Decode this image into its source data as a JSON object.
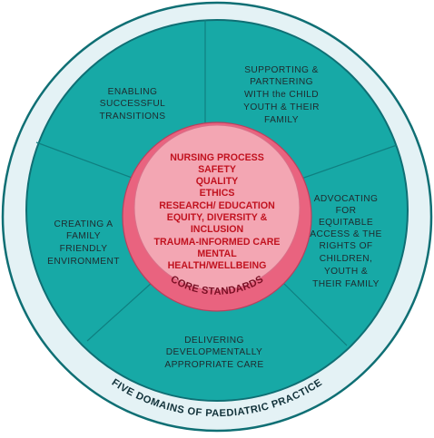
{
  "diagram": {
    "outer_ring_label": "FIVE DOMAINS OF PAEDIATRIC PRACTICE",
    "core_ring_label": "CORE STANDARDS",
    "core_items": [
      "NURSING PROCESS",
      "SAFETY",
      "QUALITY",
      "ETHICS",
      "RESEARCH/ EDUCATION",
      "EQUITY, DIVERSITY &",
      "INCLUSION",
      "TRAUMA-INFORMED CARE",
      "MENTAL",
      "HEALTH/WELLBEING"
    ],
    "domains": [
      {
        "lines": [
          "ENABLING",
          "SUCCESSFUL",
          "TRANSITIONS"
        ]
      },
      {
        "lines": [
          "SUPPORTING &",
          "PARTNERING",
          "WITH the CHILD",
          "YOUTH & THEIR",
          "FAMILY"
        ]
      },
      {
        "lines": [
          "ADVOCATING",
          "FOR",
          "EQUITABLE",
          "ACCESS & THE",
          "RIGHTS OF",
          "CHILDREN,",
          "YOUTH  &",
          "THEIR FAMILY"
        ]
      },
      {
        "lines": [
          "DELIVERING",
          "DEVELOPMENTALLY",
          "APPROPRIATE CARE"
        ]
      },
      {
        "lines": [
          "CREATING A",
          "FAMILY",
          "FRIENDLY",
          "ENVIRONMENT"
        ]
      }
    ],
    "colors": {
      "teal": "#17a9a6",
      "outer_ring": "#e4f2f5",
      "core_pink": "#f3a6b3",
      "core_ring": "#e9637f",
      "core_text": "#c1121f"
    }
  }
}
